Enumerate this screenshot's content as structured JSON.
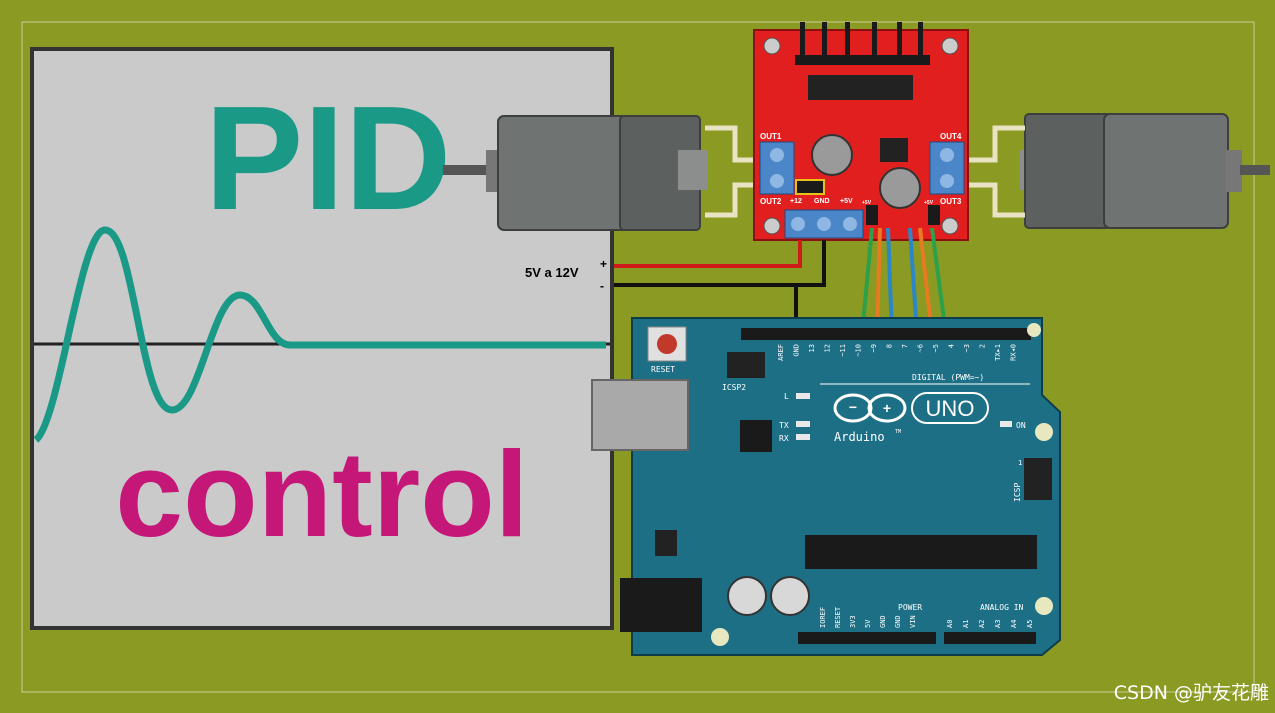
{
  "colors": {
    "background": "#8a9a22",
    "panel": "#c9c9c9",
    "pid_text": "#1a9987",
    "control_text": "#c51778",
    "wave": "#1a9987",
    "driver_board": "#e21f1f",
    "arduino_board": "#1d6f86",
    "wire_red": "#d11a1a",
    "wire_black": "#111111",
    "wire_green": "#2fa04a",
    "wire_orange": "#e67c1f",
    "wire_blue": "#2a87c8"
  },
  "panel": {
    "title_top": "PID",
    "title_bottom": "control"
  },
  "power_supply": {
    "label": "5V a 12V",
    "plus": "+",
    "minus": "-"
  },
  "driver": {
    "out1": "OUT1",
    "out2": "OUT2",
    "out3": "OUT3",
    "out4": "OUT4",
    "terminal_12v": "+12",
    "terminal_gnd": "GND",
    "terminal_5v": "+5V",
    "pin_5v_left": "+5V",
    "pin_5v_right": "+5V"
  },
  "arduino": {
    "reset_label": "RESET",
    "icsp2_label": "ICSP2",
    "icsp_label": "ICSP",
    "digital_label": "DIGITAL (PWM=~)",
    "l_label": "L",
    "tx_label": "TX",
    "rx_label": "RX",
    "on_label": "ON",
    "brand": "Arduino",
    "tm": "TM",
    "model": "UNO",
    "power_label": "POWER",
    "analog_label": "ANALOG IN",
    "icsp_pin1": "1",
    "top_header_pins": [
      "AREF",
      "GND",
      "13",
      "12",
      "~11",
      "~10",
      "~9",
      "8",
      "7",
      "~6",
      "~5",
      "4",
      "~3",
      "2",
      "TX▸1",
      "RX◂0"
    ],
    "power_pins": [
      "IOREF",
      "RESET",
      "3V3",
      "5V",
      "GND",
      "GND",
      "VIN"
    ],
    "analog_pins": [
      "A0",
      "A1",
      "A2",
      "A3",
      "A4",
      "A5"
    ]
  },
  "watermark": "CSDN @驴友花雕"
}
